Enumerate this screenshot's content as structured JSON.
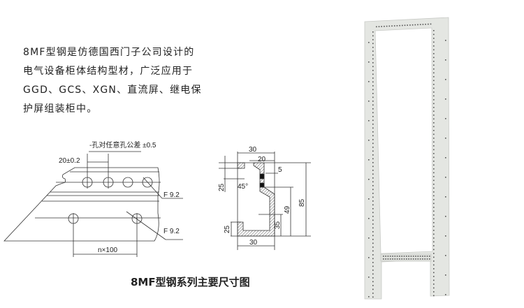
{
  "description": {
    "lines": [
      "8MF型钢是仿德国西门子公司设计的",
      "电气设备柜体结构型材，广泛应用于",
      "GGD、GCS、XGN、直流屏、继电保",
      "护屏组装柜中。"
    ]
  },
  "strip_drawing": {
    "tolerance_note": "-孔对任意孔公差 ±0.5",
    "pitch_label": "20±0.2",
    "hole_label_top": "F 9.2",
    "hole_label_bottom": "F 9.2",
    "spacing_label": "n×100"
  },
  "section_drawing": {
    "dims": {
      "top_width": "30",
      "inner_width": "20",
      "lip": "5",
      "top_flange": "25",
      "angle": "45°",
      "total_height": "85",
      "web_height": "49",
      "lower_height": "35",
      "bottom_flange": "25",
      "bottom_width": "30"
    }
  },
  "caption": "8MF型钢系列主要尺寸图"
}
